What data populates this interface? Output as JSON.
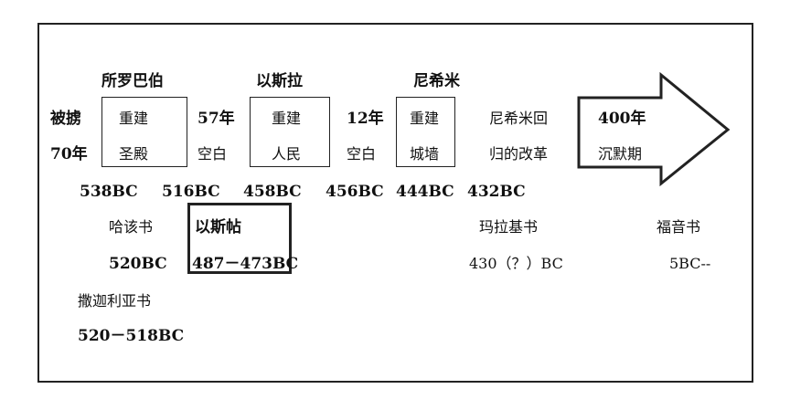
{
  "persons": {
    "zerubbabel": "所罗巴伯",
    "ezra": "以斯拉",
    "nehemiah": "尼希米"
  },
  "left": {
    "line1": "被掳",
    "line2": "70年"
  },
  "box1": {
    "line1": "重建",
    "line2": "圣殿"
  },
  "gap1": {
    "line1": "57年",
    "line2": "空白"
  },
  "box2": {
    "line1": "重建",
    "line2": "人民"
  },
  "gap2": {
    "line1": "12年",
    "line2": "空白"
  },
  "box3": {
    "line1": "重建",
    "line2": "城墙"
  },
  "reform": {
    "line1": "尼希米回",
    "line2": "归的改革"
  },
  "arrow": {
    "line1": "400年",
    "line2": "沉默期"
  },
  "dates": [
    "538BC",
    "516BC",
    "458BC",
    "456BC",
    "444BC",
    "432BC"
  ],
  "books": {
    "haggai": {
      "name": "哈该书",
      "date": "520BC"
    },
    "esther": {
      "name": "以斯帖",
      "date": "487－473BC"
    },
    "malachi": {
      "name": "玛拉基书",
      "date": "430（？）BC"
    },
    "gospels": {
      "name": "福音书",
      "date": "5BC--"
    },
    "zechariah": {
      "name": "撒迦利亚书",
      "date": "520－518BC"
    }
  }
}
